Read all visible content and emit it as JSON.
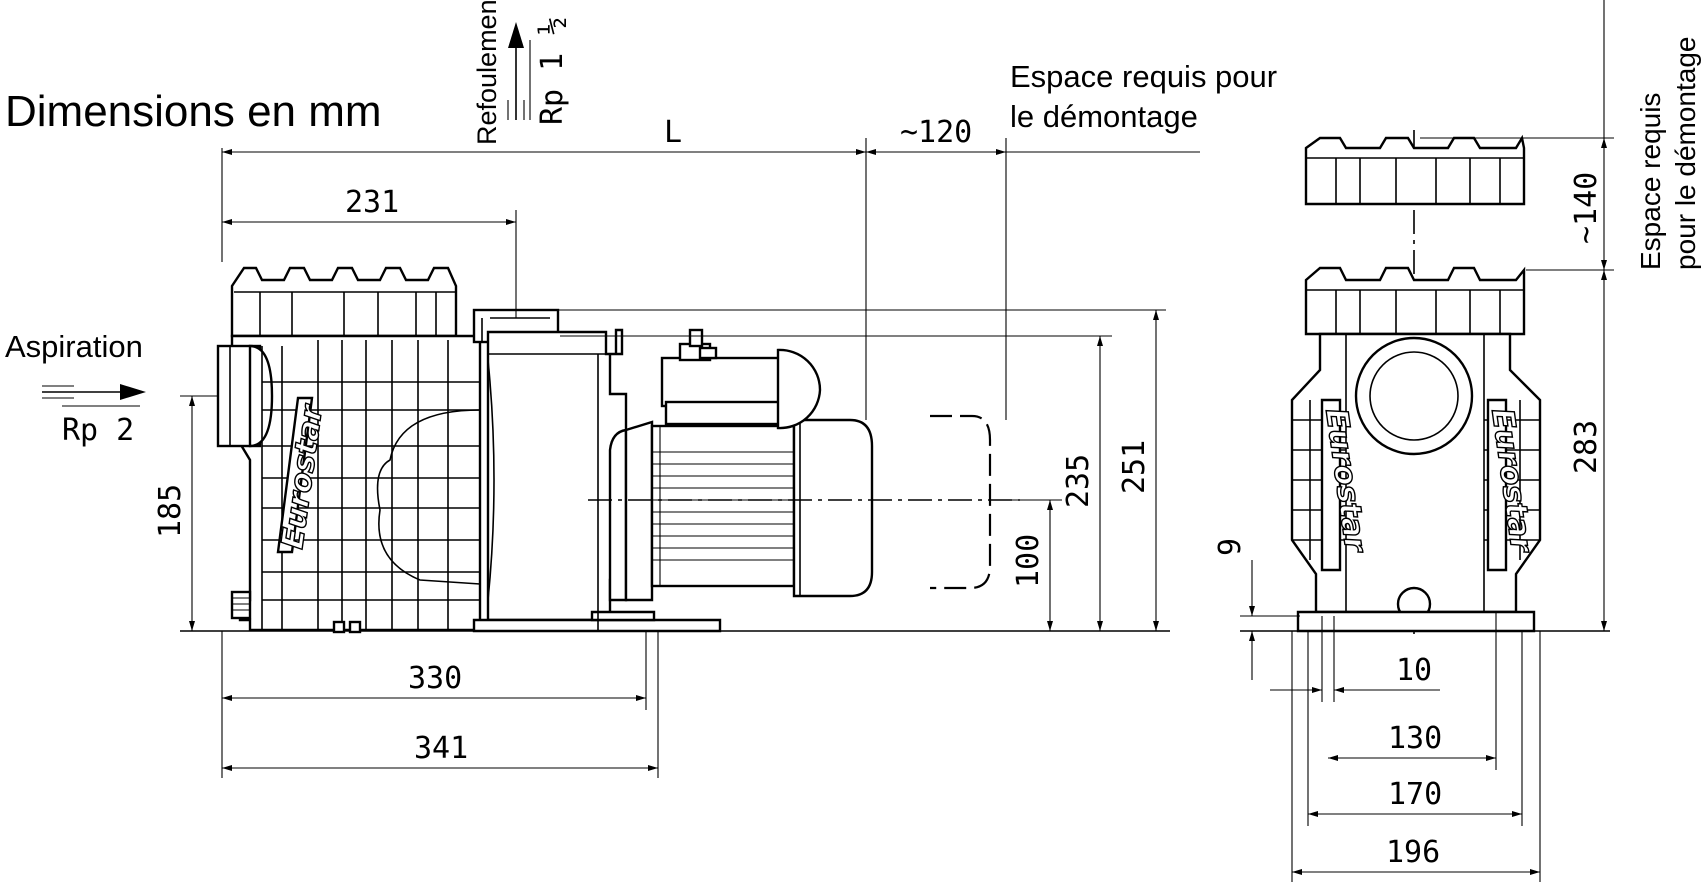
{
  "title": "Dimensions en mm",
  "labels": {
    "aspiration": "Aspiration",
    "aspiration_thread": "Rp 2",
    "refoulement": "Refoulement",
    "refoulement_thread": "Rp 1 ½",
    "disassembly_space_side": "Espace requis pour\nle démontage",
    "disassembly_space_side_l1": "Espace requis pour",
    "disassembly_space_side_l2": "le démontage",
    "disassembly_space_front_l1": "Espace requis",
    "disassembly_space_front_l2": "pour le démontage",
    "brand": "Eurostar"
  },
  "dimensions": {
    "overall_length": "L",
    "disassembly_clearance": "~120",
    "inlet_to_outlet": "231",
    "inlet_height": "185",
    "motor_axis_height": "100",
    "outlet_axis_height": "235",
    "outlet_top_height": "251",
    "base_length": "330",
    "base_length_total": "341",
    "lid_clearance": "~140",
    "total_height": "283",
    "foot_height": "9",
    "foot_hole": "10",
    "foot_spacing": "130",
    "base_width": "170",
    "overall_width": "196"
  }
}
